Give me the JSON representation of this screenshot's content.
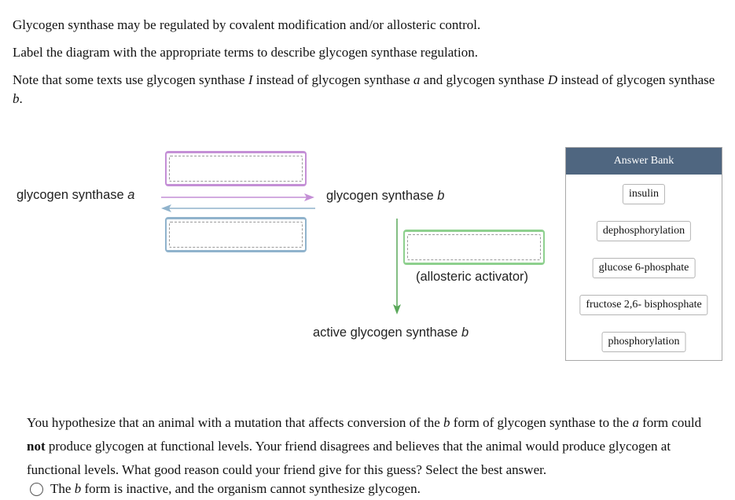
{
  "intro": {
    "line1": "Glycogen synthase may be regulated by covalent modification and/or allosteric control.",
    "line2": "Label the diagram with the appropriate terms to describe glycogen synthase regulation.",
    "note": {
      "t1": "Note that some texts use glycogen synthase ",
      "i1": "I",
      "t2": " instead of glycogen synthase ",
      "i2": "a",
      "t3": " and glycogen synthase ",
      "i3": "D",
      "t4": " instead of glycogen synthase ",
      "i4": "b",
      "t5": "."
    }
  },
  "diagram": {
    "label_a_text": "glycogen synthase ",
    "label_a_letter": "a",
    "label_b_text": "glycogen synthase ",
    "label_b_letter": "b",
    "allosteric_label": "(allosteric activator)",
    "active_text": "active glycogen synthase ",
    "active_letter": "b",
    "colors": {
      "top_arrow": "#c48fd6",
      "bottom_arrow": "#90b3cc",
      "down_arrow": "#5aa85a"
    }
  },
  "answer_bank": {
    "title": "Answer Bank",
    "items": [
      "insulin",
      "dephosphorylation",
      "glucose 6-phosphate",
      "fructose 2,6- bisphosphate",
      "phosphorylation"
    ]
  },
  "question": {
    "s1": "You hypothesize that an animal with a mutation that affects conversion of the ",
    "i1": "b",
    "s2": " form of glycogen synthase to the ",
    "i2": "a",
    "s3": " form could ",
    "bold": "not",
    "s4": " produce glycogen at functional levels. Your friend disagrees and believes that the animal would produce glycogen at functional levels. What good reason could your friend give for this guess? Select the best answer.",
    "option1": {
      "t1": "The ",
      "i1": "b",
      "t2": " form is inactive, and the organism cannot synthesize glycogen."
    }
  }
}
